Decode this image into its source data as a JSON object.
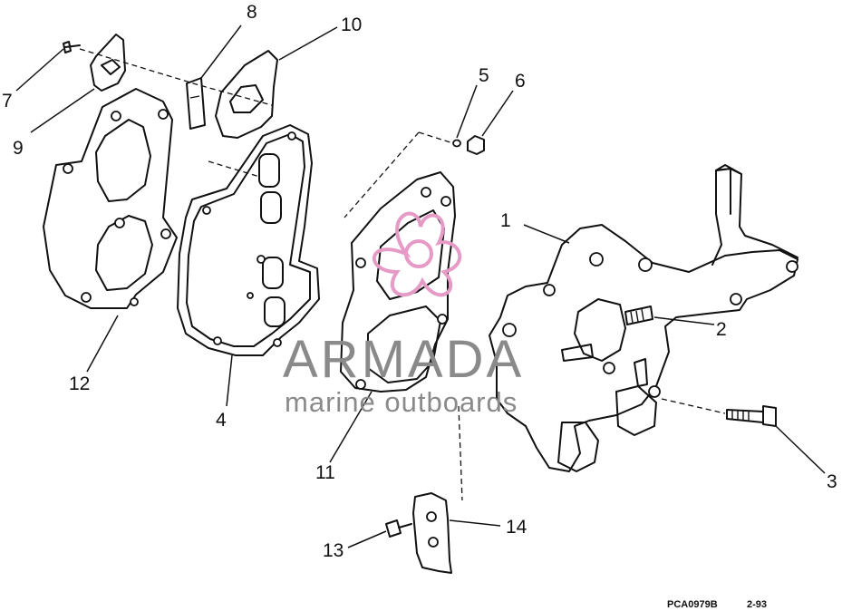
{
  "parts": [
    {
      "id": "part-1",
      "label": "1"
    },
    {
      "id": "part-2",
      "label": "2"
    },
    {
      "id": "part-3",
      "label": "3"
    },
    {
      "id": "part-4",
      "label": "4"
    },
    {
      "id": "part-5",
      "label": "5"
    },
    {
      "id": "part-6",
      "label": "6"
    },
    {
      "id": "part-7",
      "label": "7"
    },
    {
      "id": "part-8",
      "label": "8"
    },
    {
      "id": "part-9",
      "label": "9"
    },
    {
      "id": "part-10",
      "label": "10"
    },
    {
      "id": "part-11",
      "label": "11"
    },
    {
      "id": "part-12",
      "label": "12"
    },
    {
      "id": "part-13",
      "label": "13"
    },
    {
      "id": "part-14",
      "label": "14"
    }
  ],
  "watermark": {
    "brand": "ARMADA",
    "tagline": "marine outboards",
    "brand_color": "#8a8a8a",
    "logo_color": "#e59bc6"
  },
  "footer": {
    "code": "PCA0979B",
    "date": "2-93"
  }
}
